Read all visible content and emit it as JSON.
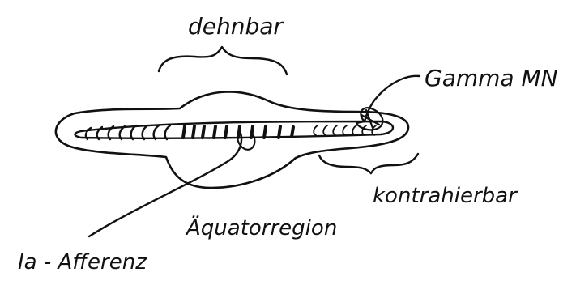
{
  "labels": {
    "stretchable": "dehnbar",
    "gamma": "Gamma MN",
    "contractile": "kontrahierbar",
    "equator": "Äquatorregion",
    "afferent": "Ia - Afferenz"
  },
  "colors": {
    "ink": "#111111",
    "paper": "#ffffff"
  }
}
